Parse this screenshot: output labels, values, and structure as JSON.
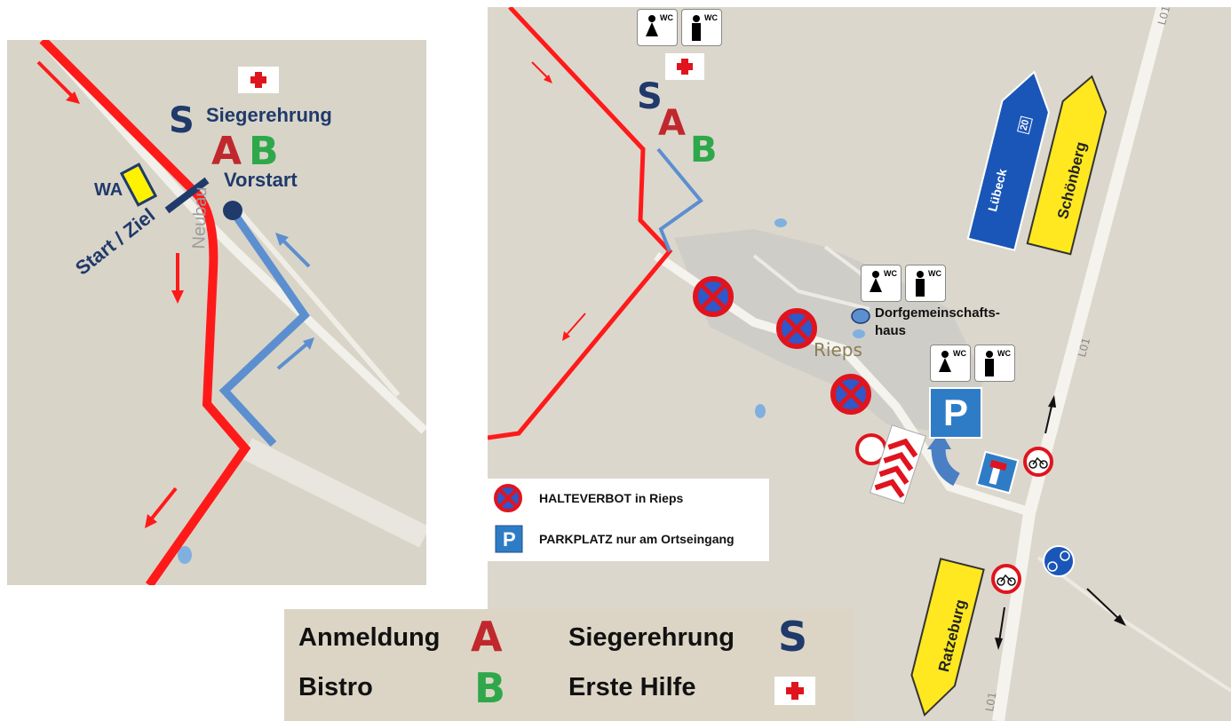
{
  "inset": {
    "siegerehrung": "Siegerehrung",
    "vorstart": "Vorstart",
    "wa": "WA",
    "start_ziel": "Start / Ziel",
    "letter_s": "S",
    "letter_a": "A",
    "letter_b": "B",
    "road_name": "Neubau"
  },
  "main": {
    "letter_s": "S",
    "letter_a": "A",
    "letter_b": "B",
    "wc": "WC",
    "dorfgemeinschaftshaus_1": "Dorfgemeinschafts-",
    "dorfgemeinschaftshaus_2": "haus",
    "town": "Rieps",
    "road_l01": "L01",
    "parking_p": "P",
    "sign_luebeck": "Lübeck",
    "sign_autobahn": "20",
    "sign_schoenberg": "Schönberg",
    "sign_ratzeburg": "Ratzeburg"
  },
  "legend_signs": {
    "halteverbot": "HALTEVERBOT in Rieps",
    "parkplatz": "PARKPLATZ nur am Ortseingang",
    "p": "P"
  },
  "legend_bottom": {
    "anmeldung": "Anmeldung",
    "bistro": "Bistro",
    "siegerehrung": "Siegerehrung",
    "erste_hilfe": "Erste Hilfe",
    "letter_a": "A",
    "letter_b": "B",
    "letter_s": "S"
  },
  "colors": {
    "route_red": "#ff1a1a",
    "route_blue": "#5b8fd0",
    "navy": "#1f3a6b",
    "letter_a": "#c0282d",
    "letter_b": "#2ea84a",
    "sign_yellow": "#ffe820",
    "sign_blue": "#1a56b8",
    "parking_blue": "#2f7cc6"
  }
}
